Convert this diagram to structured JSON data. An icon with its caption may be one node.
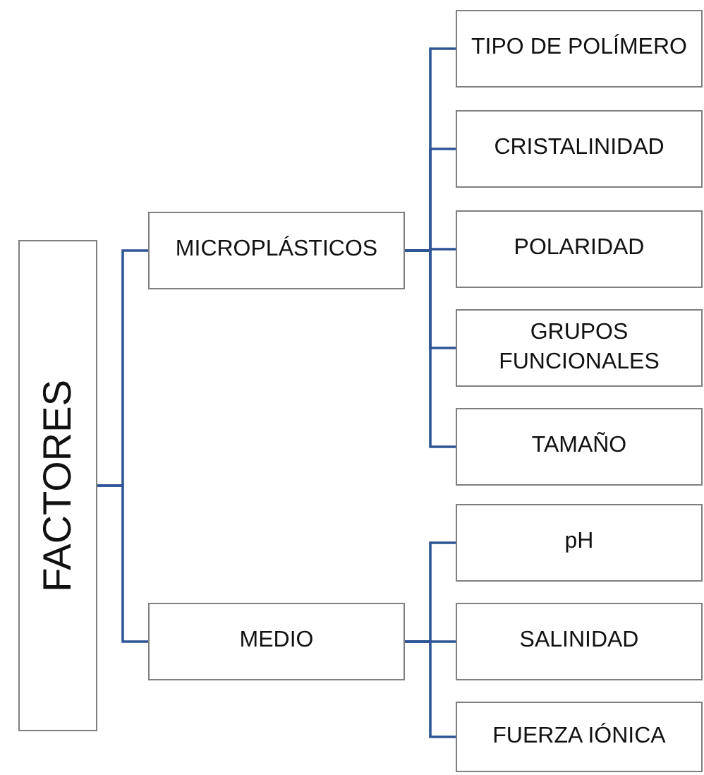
{
  "diagram": {
    "nodes": [
      {
        "text": [
          "FACTORES"
        ]
      },
      {
        "text": [
          "MICROPLÁSTICOS"
        ]
      },
      {
        "text": [
          "TIPO DE POLÍMERO"
        ]
      },
      {
        "text": [
          "CRISTALINIDAD"
        ]
      },
      {
        "text": [
          "POLARIDAD"
        ]
      },
      {
        "text": [
          "GRUPOS FUNCIONALES"
        ]
      },
      {
        "text": [
          "TAMAÑO"
        ]
      },
      {
        "text": [
          "MEDIO"
        ]
      },
      {
        "text": [
          "pH"
        ]
      },
      {
        "text": [
          "SALINIDAD"
        ]
      },
      {
        "text": [
          "FUERZA IÓNICA"
        ]
      }
    ],
    "edges": [
      {
        "from": 0,
        "to": 1,
        "arrow": "none"
      },
      {
        "from": 0,
        "to": 7,
        "arrow": "none"
      },
      {
        "from": 1,
        "to": 2,
        "arrow": "none"
      },
      {
        "from": 1,
        "to": 3,
        "arrow": "none"
      },
      {
        "from": 1,
        "to": 4,
        "arrow": "none"
      },
      {
        "from": 1,
        "to": 5,
        "arrow": "none"
      },
      {
        "from": 1,
        "to": 6,
        "arrow": "none"
      },
      {
        "from": 7,
        "to": 8,
        "arrow": "none"
      },
      {
        "from": 7,
        "to": 9,
        "arrow": "none"
      },
      {
        "from": 7,
        "to": 10,
        "arrow": "none"
      }
    ]
  }
}
